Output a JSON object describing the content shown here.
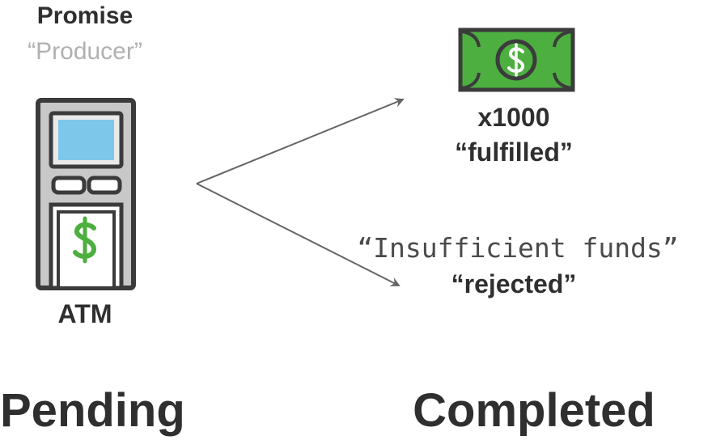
{
  "producer": {
    "title": "Promise",
    "subtitle": "“Producer”",
    "device_label": "ATM"
  },
  "outcomes": {
    "fulfilled": {
      "amount": "x1000",
      "state": "“fulfilled”"
    },
    "rejected": {
      "message": "“Insufficient funds”",
      "state": "“rejected”"
    }
  },
  "phases": {
    "pending": "Pending",
    "completed": "Completed"
  },
  "colors": {
    "money_green": "#4caf3f",
    "atm_screen": "#7dc8ea",
    "atm_body": "#c8c8c8",
    "outline": "#3b3b3b",
    "arrow": "#666666"
  },
  "icons": {
    "atm": "atm-icon",
    "dollar_bill": "dollar-bill-icon",
    "dollar_sign": "dollar-sign-icon"
  }
}
